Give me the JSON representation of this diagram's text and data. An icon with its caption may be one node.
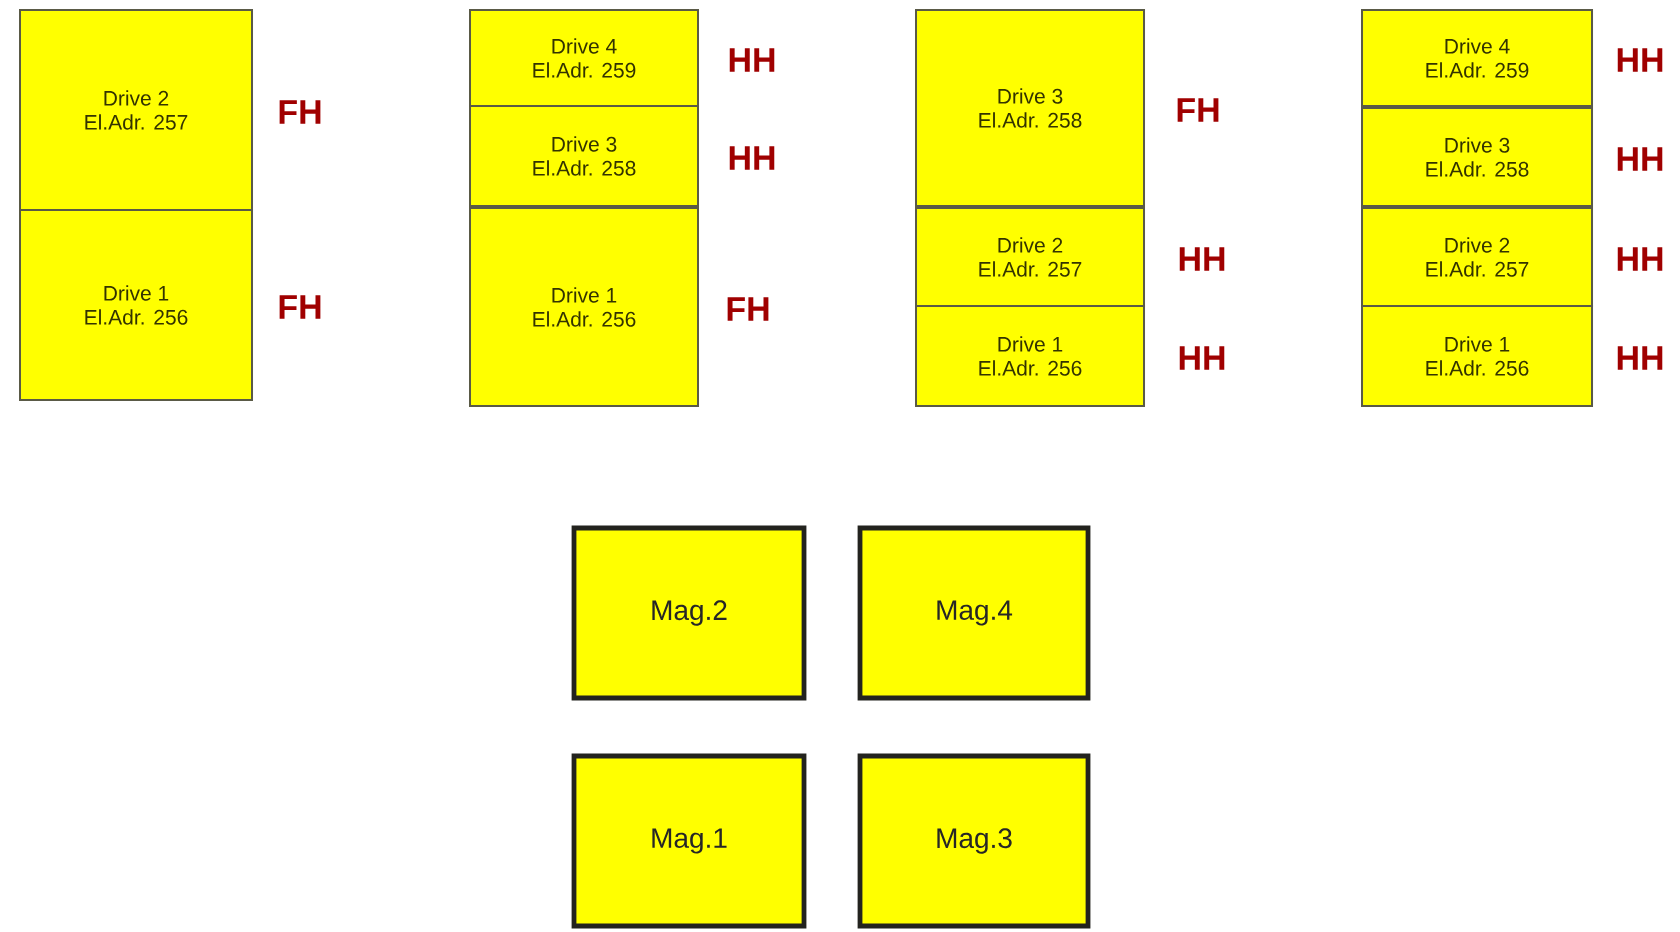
{
  "diagram": {
    "nodes": [
      {
        "text": [
          "Drive 2",
          "El.Adr. 257"
        ],
        "beside": [
          "FH"
        ]
      },
      {
        "text": [
          "Drive 1",
          "El.Adr. 256"
        ],
        "beside": [
          "FH"
        ]
      },
      {
        "text": [
          "Drive 4",
          "El.Adr. 259"
        ],
        "beside": [
          "HH"
        ]
      },
      {
        "text": [
          "Drive 3",
          "El.Adr. 258"
        ],
        "beside": [
          "HH"
        ]
      },
      {
        "text": [
          "Drive 1",
          "El.Adr. 256"
        ],
        "beside": [
          "FH"
        ]
      },
      {
        "text": [
          "Drive 3",
          "El.Adr. 258"
        ],
        "beside": [
          "FH"
        ]
      },
      {
        "text": [
          "Drive 2",
          "El.Adr. 257"
        ],
        "beside": [
          "HH"
        ]
      },
      {
        "text": [
          "Drive 1",
          "El.Adr. 256"
        ],
        "beside": [
          "HH"
        ]
      },
      {
        "text": [
          "Drive 4",
          "El.Adr. 259"
        ],
        "beside": [
          "HH"
        ]
      },
      {
        "text": [
          "Drive 3",
          "El.Adr. 258"
        ],
        "beside": [
          "HH"
        ]
      },
      {
        "text": [
          "Drive 2",
          "El.Adr. 257"
        ],
        "beside": [
          "HH"
        ]
      },
      {
        "text": [
          "Drive 1",
          "El.Adr. 256"
        ],
        "beside": [
          "HH"
        ]
      },
      {
        "text": [
          "Mag.2"
        ]
      },
      {
        "text": [
          "Mag.4"
        ]
      },
      {
        "text": [
          "Mag.1"
        ]
      },
      {
        "text": [
          "Mag.3"
        ]
      }
    ]
  }
}
